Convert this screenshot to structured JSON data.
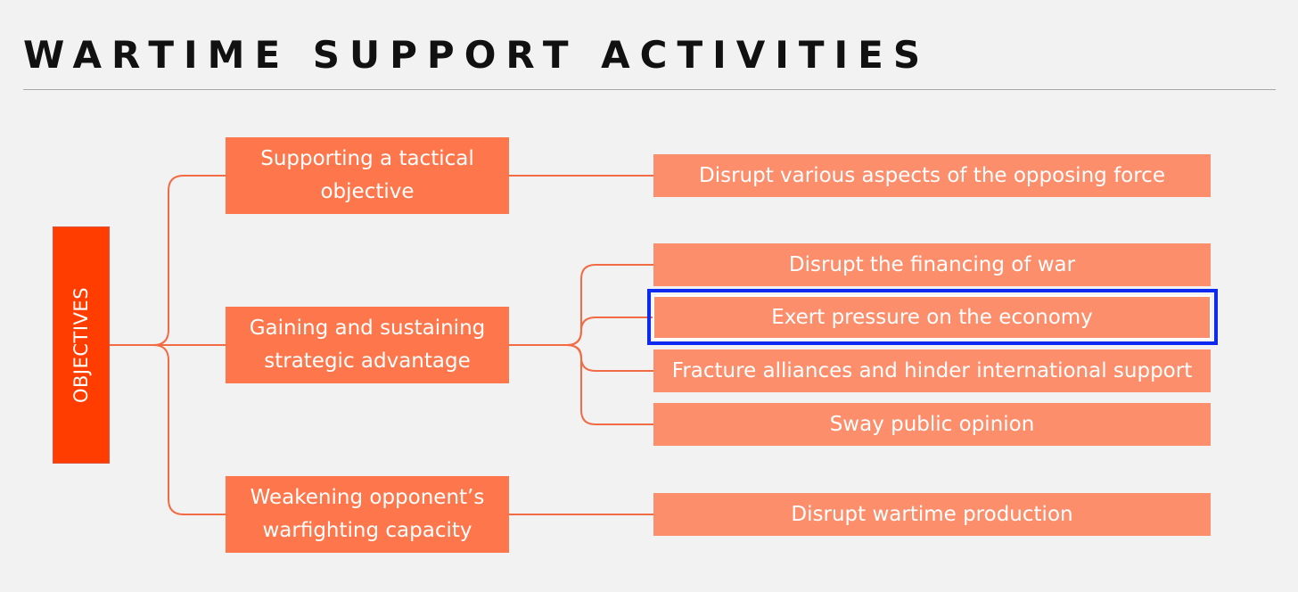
{
  "page": {
    "title": "WARTIME SUPPORT ACTIVITIES"
  },
  "diagram": {
    "root": {
      "label": "OBJECTIVES"
    },
    "objectives": [
      {
        "label": "Supporting a tactical objective",
        "activities": [
          "Disrupt various aspects of the opposing force"
        ]
      },
      {
        "label": "Gaining and sustaining strategic advantage",
        "activities": [
          "Disrupt the financing of war",
          "Exert pressure on the economy",
          "Fracture alliances and hinder international support",
          "Sway public opinion"
        ]
      },
      {
        "label": "Weakening opponent’s warfighting capacity",
        "activities": [
          "Disrupt wartime production"
        ]
      }
    ],
    "selected_activity": "Exert pressure on the economy"
  },
  "colors": {
    "background": "#f2f2f2",
    "root_fill": "#ff3d00",
    "objective_fill": "#fe764b",
    "activity_fill": "#fd8e6c",
    "connector": "#f26b45",
    "selection_outline": "#0d2bf0"
  }
}
